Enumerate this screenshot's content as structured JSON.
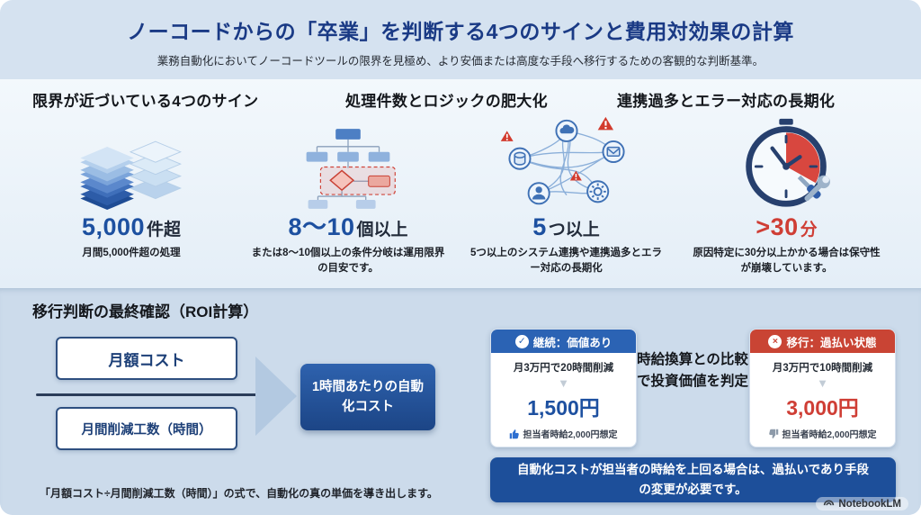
{
  "header": {
    "title": "ノーコードからの「卒業」を判断する4つのサインと費用対効果の計算",
    "subtitle": "業務自動化においてノーコードツールの限界を見極め、より安価または高度な手段へ移行するための客観的な判断基準。"
  },
  "signs": {
    "headings": [
      "限界が近づいている4つのサイン",
      "処理件数とロジックの肥大化",
      "連携過多とエラー対応の長期化"
    ],
    "items": [
      {
        "icon": "layer-stack-icon",
        "number": "5,000",
        "suffix": "件超",
        "caption": "月間5,000件超の処理"
      },
      {
        "icon": "flowchart-icon",
        "number": "8〜10",
        "suffix": "個以上",
        "caption": "または8〜10個以上の条件分岐は運用限界の目安です。"
      },
      {
        "icon": "tangled-network-icon",
        "number": "5",
        "suffix": "つ以上",
        "caption": "5つ以上のシステム連携や連携過多とエラー対応の長期化"
      },
      {
        "icon": "clock-maintenance-icon",
        "number": ">30",
        "suffix": "分",
        "caption": "原因特定に30分以上かかる場合は保守性が崩壊しています。"
      }
    ]
  },
  "roi": {
    "heading": "移行判断の最終確認（ROI計算）",
    "formula": {
      "numerator": "月額コスト",
      "denominator": "月間削減工数（時間）",
      "result": "1時間あたりの自動化コスト",
      "caption": "「月額コスト÷月間削減工数（時間）」の式で、自動化の真の単価を導き出します。"
    },
    "comparison": {
      "keep_card": {
        "title": "継続：価値あり",
        "detail": "月3万円で20時間削減",
        "value": "1,500円",
        "note": "担当者時給2,000円想定"
      },
      "middle_text": "時給換算との比較で投資価値を判定",
      "migrate_card": {
        "title": "移行：過払い状態",
        "detail": "月3万円で10時間削減",
        "value": "3,000円",
        "note": "担当者時給2,000円想定"
      },
      "banner": "自動化コストが担当者の時給を上回る場合は、過払いであり手段の変更が必要です。"
    }
  },
  "icons": {
    "check": "✓",
    "cross": "×",
    "down_arrow": "▼"
  },
  "colors": {
    "accent_blue": "#1d50a0",
    "accent_red": "#cf3e35",
    "header_navy": "#1a3a85",
    "banner_blue": "#1d4f9a",
    "keep_header": "#2b63b4",
    "migrate_header": "#c94434"
  },
  "footer": {
    "brand": "NotebookLM"
  }
}
